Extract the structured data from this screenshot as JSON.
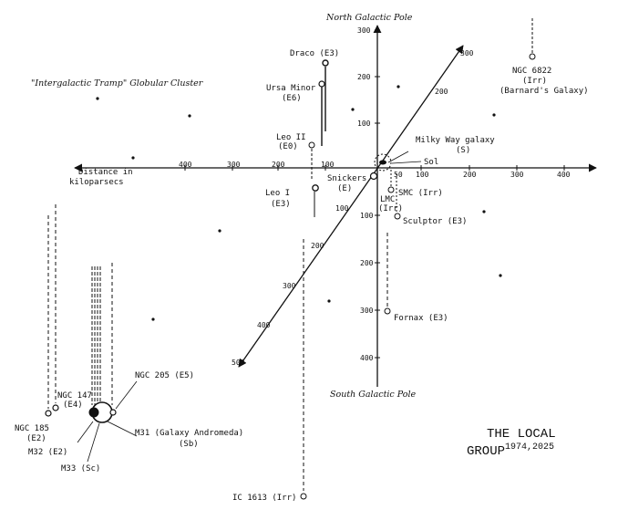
{
  "title": {
    "line1": "THE LOCAL",
    "line2": "GROUP",
    "years": "1974,2025"
  },
  "axes": {
    "north_pole": "North Galactic Pole",
    "south_pole": "South Galactic Pole",
    "distance_label_1": "Distance in",
    "distance_label_2": "kiloparsecs",
    "x_ticks_left": [
      "400",
      "300",
      "200",
      "100"
    ],
    "x_ticks_right": [
      "50",
      "100",
      "200",
      "300",
      "400"
    ],
    "y_ticks_up": [
      "300",
      "200",
      "100"
    ],
    "y_ticks_down": [
      "100",
      "200",
      "300",
      "400"
    ],
    "diag_ticks_up": [
      "300",
      "200"
    ],
    "diag_ticks_down": [
      "100",
      "200",
      "300",
      "400",
      "500"
    ]
  },
  "tramp_label": "\"Intergalactic Tramp\" Globular Cluster",
  "galaxies": {
    "draco": "Draco (E3)",
    "ursa_1": "Ursa Minor",
    "ursa_2": "(E6)",
    "leo2_1": "Leo II",
    "leo2_2": "(E0)",
    "leo1_1": "Leo I",
    "leo1_2": "(E3)",
    "mw_1": "Milky Way galaxy",
    "mw_2": "(S)",
    "sol": "Sol",
    "snick_1": "Snickers",
    "snick_2": "(E)",
    "smc": "SMC (Irr)",
    "lmc_1": "LMC",
    "lmc_2": "(Irr)",
    "sculptor": "Sculptor (E3)",
    "fornax": "Fornax (E3)",
    "ngc6822_1": "NGC 6822",
    "ngc6822_2": "(Irr)",
    "ngc6822_3": "(Barnard's Galaxy)",
    "ngc205": "NGC 205 (E5)",
    "ngc147_1": "NGC 147",
    "ngc147_2": "(E4)",
    "ngc185_1": "NGC 185",
    "ngc185_2": "(E2)",
    "m32": "M32 (E2)",
    "m33": "M33 (Sc)",
    "m31_1": "M31 (Galaxy Andromeda)",
    "m31_2": "(Sb)",
    "ic1613": "IC 1613 (Irr)"
  }
}
